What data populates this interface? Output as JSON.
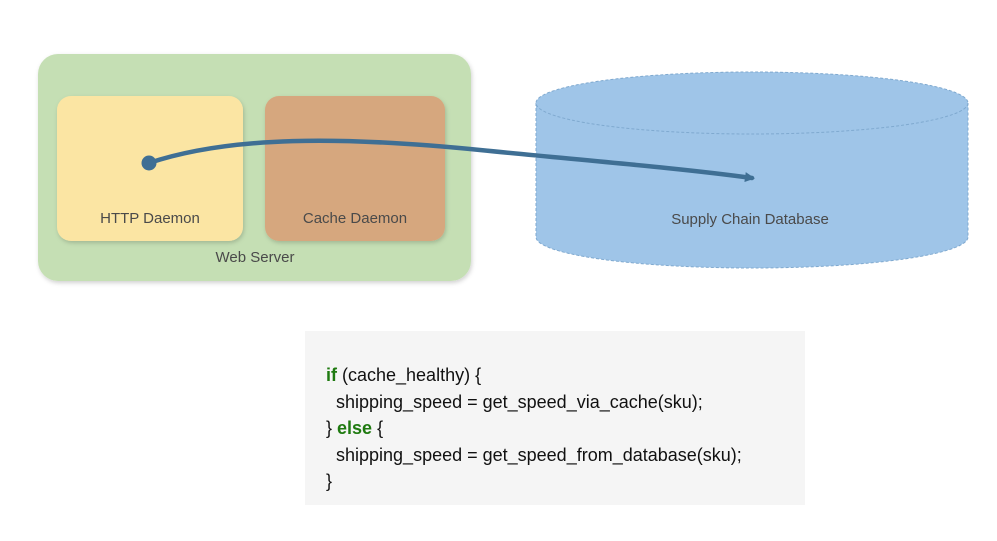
{
  "diagram": {
    "web_server_label": "Web Server",
    "http_daemon_label": "HTTP Daemon",
    "cache_daemon_label": "Cache Daemon",
    "database_label": "Supply Chain Database",
    "colors": {
      "web_server_fill": "#c5dfb4",
      "http_daemon_fill": "#fbe5a3",
      "cache_daemon_fill": "#d6a77e",
      "database_fill": "#9fc5e8",
      "arrow": "#3f6f94"
    }
  },
  "code": {
    "lines": [
      {
        "keyword": "if",
        "text": " (cache_healthy) {"
      },
      {
        "prefix": "  shipping_speed = get_speed_via_cache(sku);"
      },
      {
        "prefix": "} ",
        "keyword": "else",
        "text": " {"
      },
      {
        "prefix": "  shipping_speed = get_speed_from_database(sku);"
      },
      {
        "prefix": "}"
      }
    ],
    "keyword_color": "#1f7a10"
  }
}
